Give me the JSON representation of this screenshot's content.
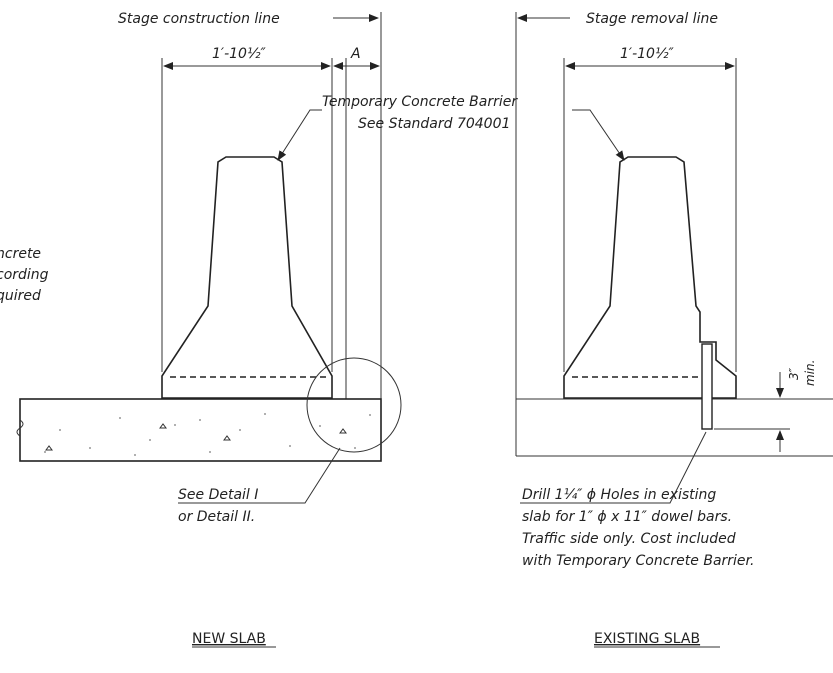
{
  "labels": {
    "stage_construction_line": "Stage construction line",
    "stage_removal_line": "Stage removal line",
    "dim_left": "1′-10½″",
    "dim_right": "1′-10½″",
    "dim_a": "A",
    "barrier_line1": "Temporary Concrete Barrier",
    "barrier_line2": "See Standard 704001",
    "left_note_line1": "ncrete",
    "left_note_line2": "cording",
    "left_note_line3": "quired",
    "detail_line1": "See Detail I",
    "detail_line2": "or Detail II.",
    "drill_line1": "Drill 1¼″ ϕ Holes in existing",
    "drill_line2": "slab for 1″ ϕ x 11″ dowel bars.",
    "drill_line3": "Traffic side only. Cost included",
    "drill_line4": "with Temporary Concrete Barrier.",
    "min_top": "3″",
    "min_bottom": "min.",
    "title_new": "NEW SLAB",
    "title_existing": "EXISTING SLAB"
  }
}
